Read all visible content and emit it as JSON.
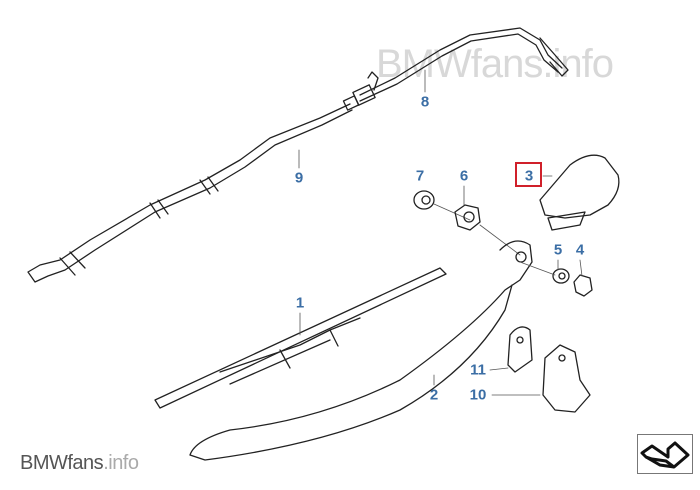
{
  "watermark": {
    "text": "BMWfans.info"
  },
  "logo": {
    "brand": "BMWfans",
    "tld": ".info"
  },
  "highlight_color": "#d0202a",
  "callout_color": "#3b6ea5",
  "callouts": {
    "c1": "1",
    "c2": "2",
    "c3": "3",
    "c4": "4",
    "c5": "5",
    "c6": "6",
    "c7": "7",
    "c8": "8",
    "c9": "9",
    "c10": "10",
    "c11": "11"
  },
  "selected_part": "3",
  "nav": {
    "icon": "back-arrow-icon"
  }
}
